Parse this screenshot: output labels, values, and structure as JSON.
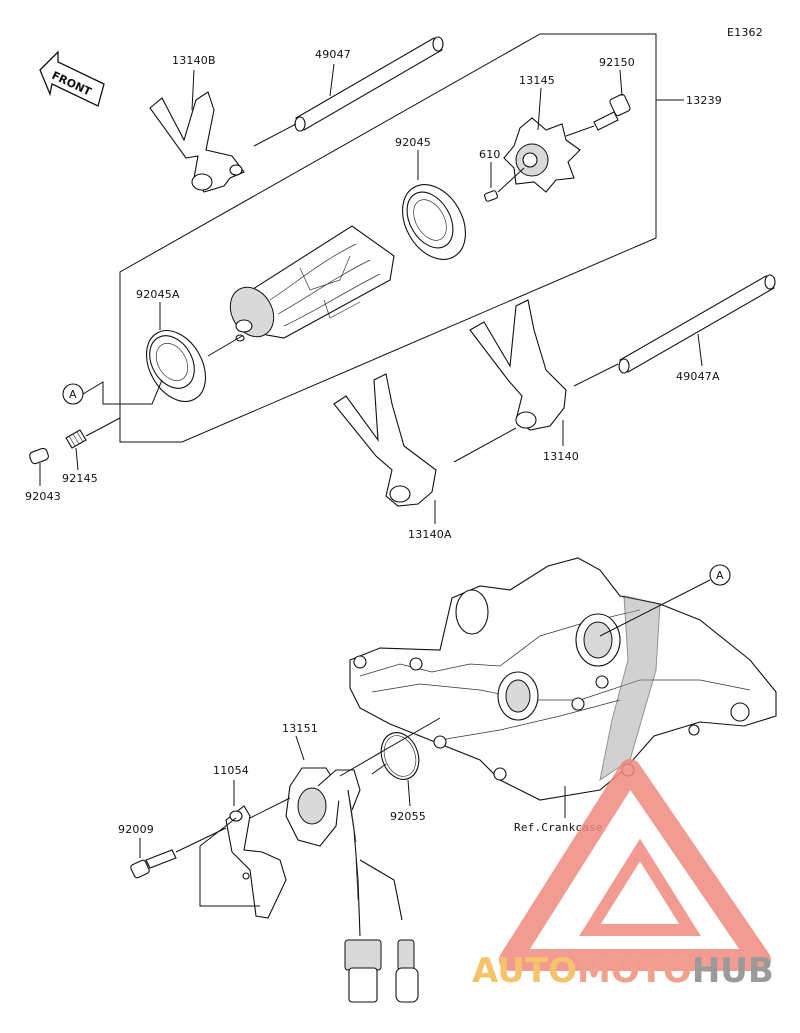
{
  "diagram_code": "E1362",
  "front_arrow_label": "FRONT",
  "callout_letter": "A",
  "labels": {
    "p13140B": "13140B",
    "p49047": "49047",
    "p92150": "92150",
    "p13145": "13145",
    "p13239": "13239",
    "p610": "610",
    "p92045": "92045",
    "p92045A": "92045A",
    "p49047A": "49047A",
    "p92145": "92145",
    "p92043": "92043",
    "p13140": "13140",
    "p13140A": "13140A",
    "p13151": "13151",
    "p11054": "11054",
    "p92009": "92009",
    "p92055": "92055",
    "ref_crankcase": "Ref.Crankcase"
  },
  "watermark": {
    "text_auto": "AUTO",
    "text_moto": "MOTO",
    "text_hub": "HUB",
    "color_auto": "#f5c36b",
    "color_moto": "#f2a08e",
    "color_hub": "#9a9a9a",
    "triangle_color": "#ef8a80"
  }
}
